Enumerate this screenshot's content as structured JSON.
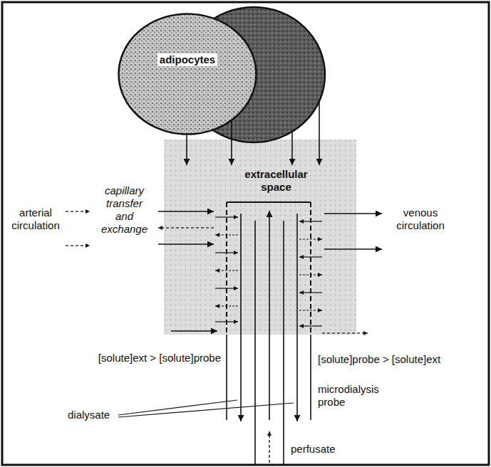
{
  "diagram": {
    "nodes": [
      {
        "text": [
          "adipocytes"
        ]
      },
      {
        "text": [
          "extracellular space"
        ]
      }
    ],
    "edges": [
      {
        "from": 0,
        "to": 1,
        "arrow": "to"
      },
      {
        "from": 0,
        "to": 1,
        "arrow": "to"
      }
    ],
    "labels": [
      "arterial circulation",
      "capillary transfer and exchange",
      "venous circulation",
      "[solute]ext > [solute]probe",
      "[solute]probe > [solute]ext",
      "dialysate",
      "microdialysis probe",
      "perfusate"
    ]
  }
}
